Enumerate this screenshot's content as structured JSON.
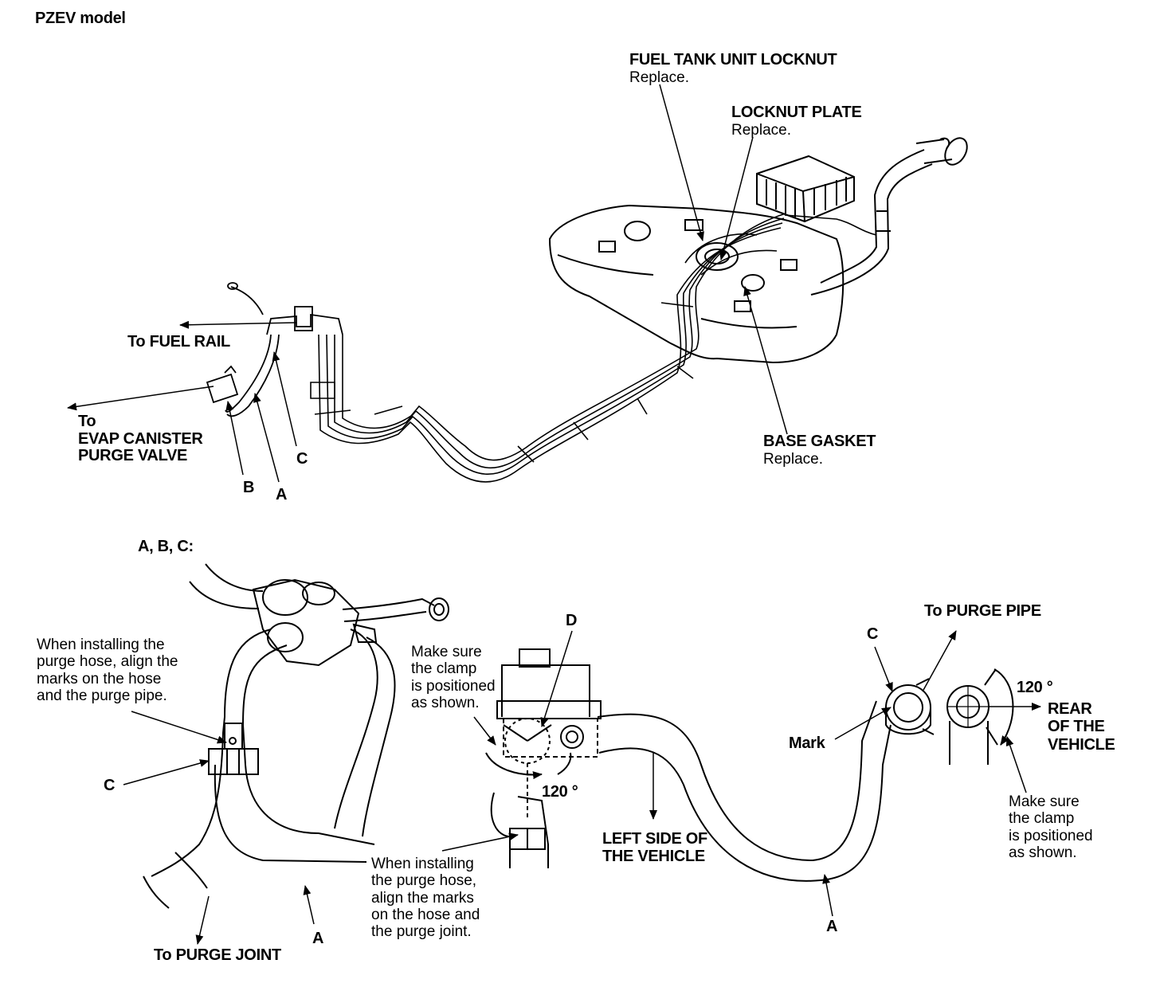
{
  "title": "PZEV model",
  "top": {
    "fuel_tank_unit_locknut": {
      "label": "FUEL TANK UNIT LOCKNUT",
      "note": "Replace."
    },
    "locknut_plate": {
      "label": "LOCKNUT PLATE",
      "note": "Replace."
    },
    "base_gasket": {
      "label": "BASE GASKET",
      "note": "Replace."
    },
    "to_fuel_rail": "To FUEL RAIL",
    "to_evap_1": "To",
    "to_evap_2": "EVAP CANISTER",
    "to_evap_3": "PURGE VALVE",
    "callout_a": "A",
    "callout_b": "B",
    "callout_c": "C"
  },
  "bottom": {
    "abc_header": "A, B, C:",
    "note_purge_pipe": "When installing the\npurge hose, align the\nmarks on the hose\nand the purge pipe.",
    "callout_c_left": "C",
    "to_purge_joint": "To PURGE JOINT",
    "callout_a_left": "A",
    "make_sure_1": "Make sure\nthe clamp\nis positioned\nas shown.",
    "callout_d": "D",
    "angle_1": "120 °",
    "note_purge_joint": "When installing\nthe purge hose,\nalign the marks\non the hose and\nthe purge joint.",
    "left_side": "LEFT SIDE OF\nTHE VEHICLE",
    "callout_a_right": "A",
    "to_purge_pipe": "To PURGE PIPE",
    "callout_c_right": "C",
    "mark": "Mark",
    "angle_2": "120 °",
    "rear": "REAR\nOF THE\nVEHICLE",
    "make_sure_2": "Make sure\nthe clamp\nis positioned\nas shown."
  }
}
